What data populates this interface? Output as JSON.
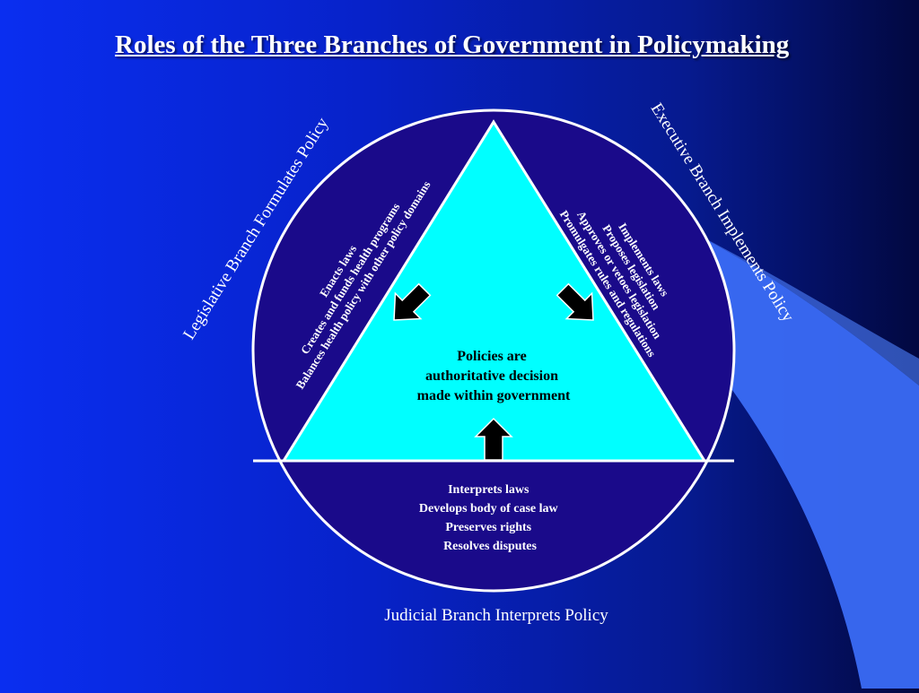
{
  "title": "Roles of the Three Branches of Government in Policymaking",
  "center": {
    "lines": [
      "Policies are",
      "authoritative decision",
      "made within government"
    ]
  },
  "legislative": {
    "label": "Legislative Branch Formulates Policy",
    "roles": [
      "Enacts laws",
      "Creates and funds health programs",
      "Balances health policy with other policy domains"
    ]
  },
  "executive": {
    "label": "Executive Branch Implements Policy",
    "roles": [
      "Implements laws",
      "Proposes legislation",
      "Approves or vetoes legislation",
      "Promulgates rules and regulations"
    ]
  },
  "judicial": {
    "label": "Judicial Branch Interprets Policy",
    "roles": [
      "Interprets laws",
      "Develops body of case law",
      "Preserves rights",
      "Resolves disputes"
    ]
  },
  "colors": {
    "background": "#0a2ef0",
    "triangle": "#00ffff",
    "circle_fill": "#1a0a8a",
    "outline": "#ffffff",
    "arrow": "#000000",
    "swoosh": "#3a6cf5"
  },
  "icons": [
    "arrow-down-right-icon",
    "arrow-down-left-icon",
    "arrow-up-icon"
  ]
}
